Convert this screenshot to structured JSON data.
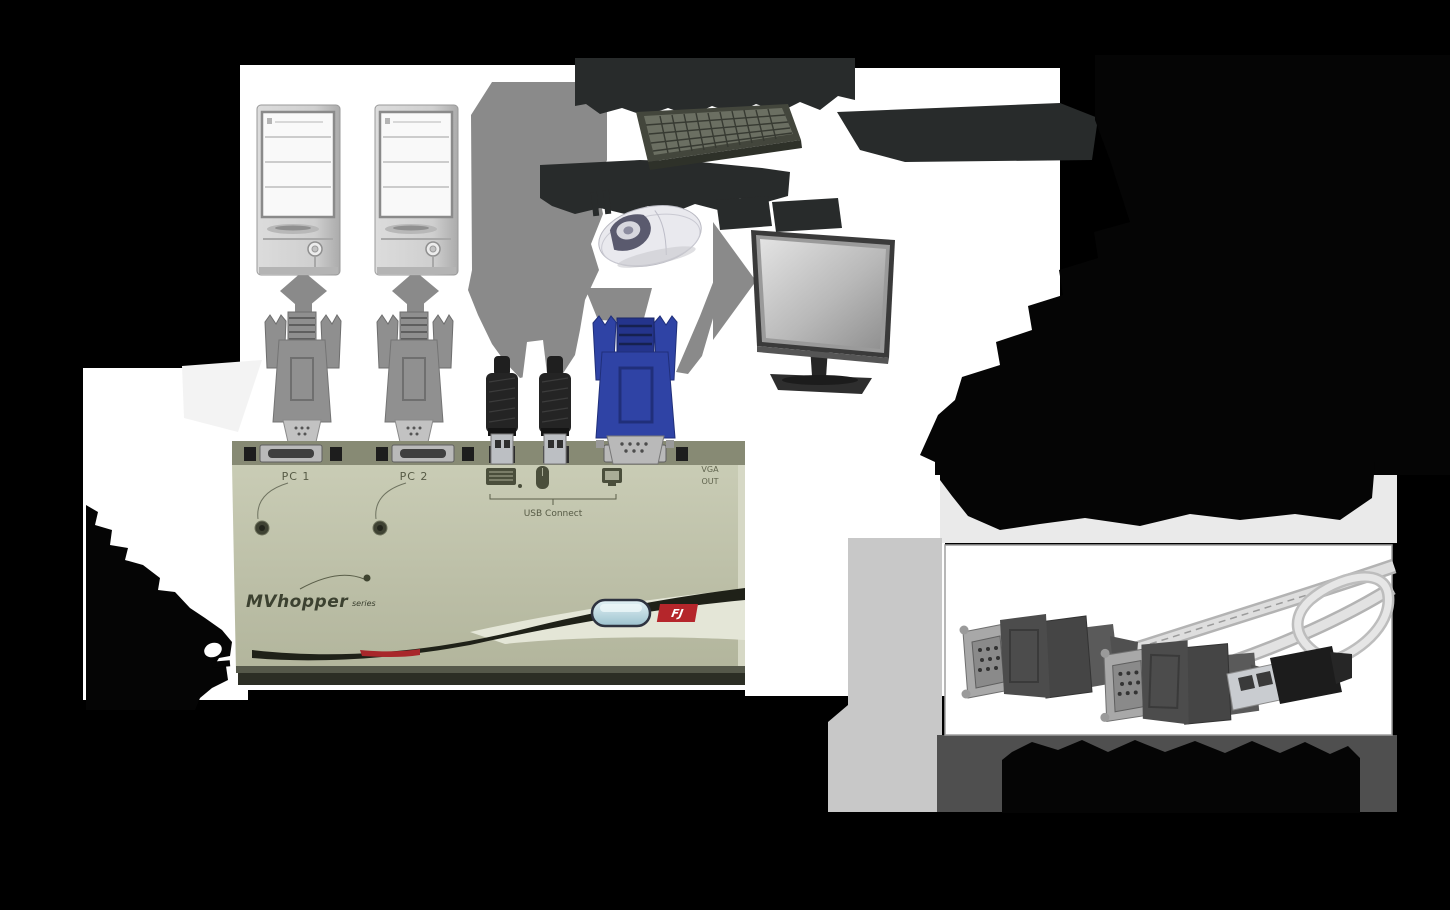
{
  "scene": {
    "kind": "kvm-switch-connection-diagram",
    "note": "product diagram: two PC towers, keyboard, mouse and monitor connected through a 2-port USB KVM switch; photo of all-in-one KVM cable in lower-right panel; large caption text is rendered black-on-black and appears only as silhouette blobs"
  },
  "kvm_switch": {
    "port_labels": [
      "PC 1",
      "PC 2"
    ],
    "usb_connect_label": "USB Connect",
    "vga_out_label": [
      "VGA",
      "OUT"
    ],
    "brand": "MVhopper",
    "brand_suffix": "series",
    "logo_text": "FJ"
  },
  "colors": {
    "background": "#000000",
    "charcoal_text_blob": "#282b2b",
    "arrow_gray": "#8a8a8a",
    "switch_body": "#bfc2ab",
    "switch_swoosh": "#1f2118",
    "swoosh_red_accent": "#a8272b",
    "logo_red": "#b5262b",
    "button_blue": "#bfdce4",
    "vga_connector_blue": "#2f43a5",
    "top_band_gray": "#eaeaea",
    "side_strip_gray": "#c8c8c8",
    "caption_band_dark": "#4f4f4f",
    "panel_white": "#ffffff"
  }
}
